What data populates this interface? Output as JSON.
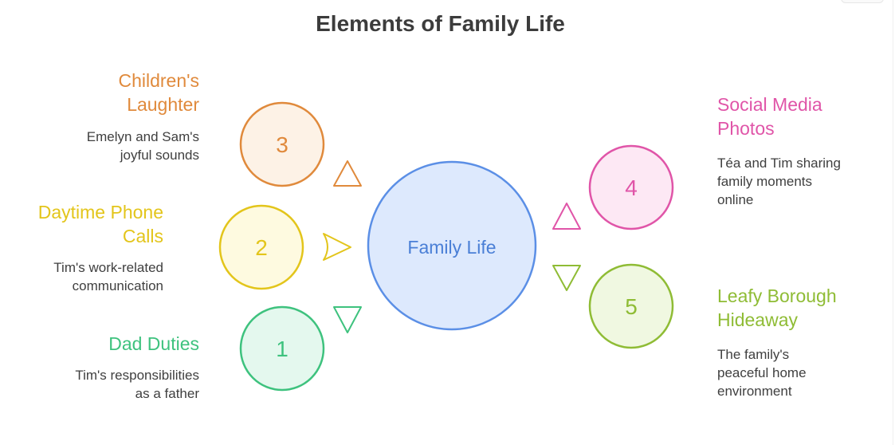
{
  "title": "Elements of Family Life",
  "center": {
    "label": "Family Life",
    "stroke": "#5b8fe6",
    "fill": "#dde9fd",
    "text": "#4a7fd6"
  },
  "items": [
    {
      "id": "children",
      "number": "3",
      "heading": "Children's Laughter",
      "heading_lines": [
        "Children's",
        "Laughter"
      ],
      "desc_lines": [
        "Emelyn and Sam's",
        "joyful sounds"
      ],
      "color": "#e08a3c",
      "fill": "#fdf2e6"
    },
    {
      "id": "phone",
      "number": "2",
      "heading": "Daytime Phone Calls",
      "heading_lines": [
        "Daytime Phone",
        "Calls"
      ],
      "desc_lines": [
        "Tim's work-related",
        "communication"
      ],
      "color": "#e3c51b",
      "fill": "#fefae0"
    },
    {
      "id": "dad",
      "number": "1",
      "heading": "Dad Duties",
      "heading_lines": [
        "Dad Duties"
      ],
      "desc_lines": [
        "Tim's responsibilities",
        "as a father"
      ],
      "color": "#3ec27e",
      "fill": "#e4f8ee"
    },
    {
      "id": "social",
      "number": "4",
      "heading": "Social Media Photos",
      "heading_lines": [
        "Social Media",
        "Photos"
      ],
      "desc_lines": [
        "Téa and Tim sharing",
        "family moments",
        "online"
      ],
      "color": "#e055a8",
      "fill": "#fde8f4"
    },
    {
      "id": "leafy",
      "number": "5",
      "heading": "Leafy Borough Hideaway",
      "heading_lines": [
        "Leafy Borough",
        "Hideaway"
      ],
      "desc_lines": [
        "The family's",
        "peaceful home",
        "environment"
      ],
      "color": "#8fbc35",
      "fill": "#f0f8e1"
    }
  ]
}
